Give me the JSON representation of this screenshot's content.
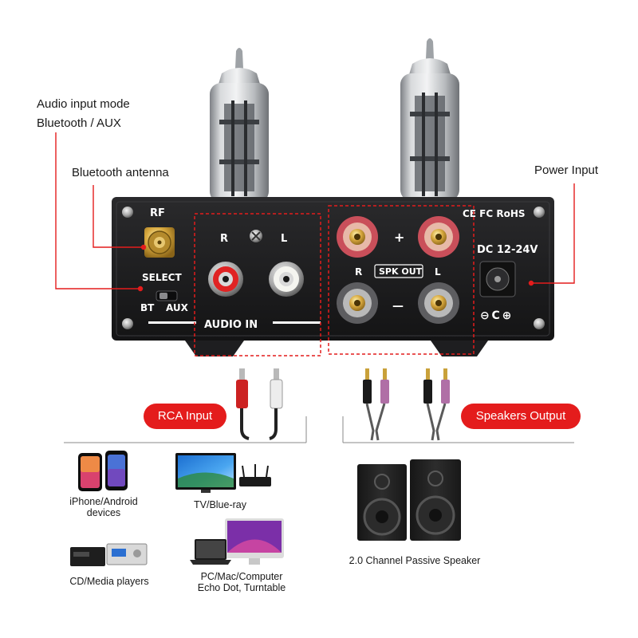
{
  "callouts": {
    "audio_mode_line1": "Audio input mode",
    "audio_mode_line2": "Bluetooth / AUX",
    "bt_antenna": "Bluetooth antenna",
    "power_input": "Power Input"
  },
  "panel": {
    "rf": "RF",
    "select": "SELECT",
    "bt": "BT",
    "aux": "AUX",
    "r": "R",
    "l": "L",
    "audio_in": "AUDIO IN",
    "plus": "+",
    "minus": "—",
    "spk_out": "SPK OUT",
    "dc": "DC 12-24V",
    "cert": "CE FC RoHS",
    "polarity": "⊖ C ⊕"
  },
  "pills": {
    "rca_input": "RCA Input",
    "speakers_output": "Speakers Output"
  },
  "devices": {
    "phone_line1": "iPhone/Android",
    "phone_line2": "devices",
    "tv": "TV/Blue-ray",
    "cd": "CD/Media players",
    "pc_line1": "PC/Mac/Computer",
    "pc_line2": "Echo Dot, Turntable",
    "speakers": "2.0 Channel Passive Speaker"
  },
  "colors": {
    "accent_red": "#e41c1c",
    "panel": "#1b1b1d",
    "gold": "#c9a13a"
  }
}
